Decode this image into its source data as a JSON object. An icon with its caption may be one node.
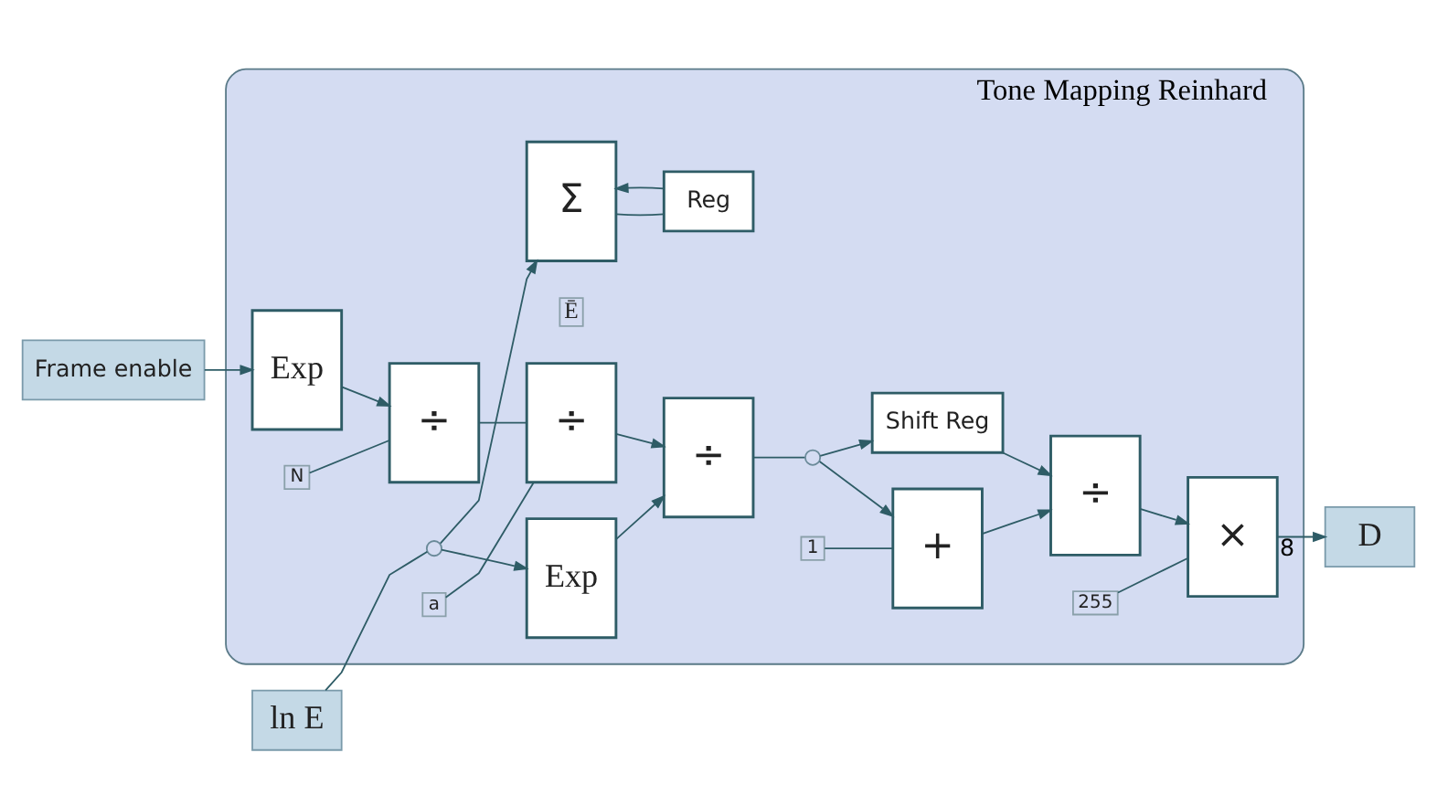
{
  "diagram": {
    "nodes": [
      {
        "text": [
          "Tone Mapping Reinhard"
        ]
      },
      {
        "text": [
          "Frame enable"
        ]
      },
      {
        "text": [
          "Σ"
        ],
        "in": 0
      },
      {
        "text": [
          "Exp"
        ],
        "in": 0
      },
      {
        "text": [
          "÷"
        ],
        "in": 0
      },
      {
        "text": [
          "N"
        ],
        "in": 0
      },
      {
        "text": [
          "Reg"
        ],
        "in": 0
      },
      {
        "text": [
          "ln E"
        ]
      },
      {
        "text": [],
        "shape": "circle",
        "in": 0
      },
      {
        "text": [
          "÷"
        ],
        "in": 0,
        "beside": [
          "Ē"
        ]
      },
      {
        "text": [
          "a"
        ],
        "in": 0
      },
      {
        "text": [
          "Exp"
        ],
        "in": 0
      },
      {
        "text": [
          "÷"
        ],
        "in": 0
      },
      {
        "text": [],
        "shape": "circle",
        "in": 0
      },
      {
        "text": [
          "Shift Reg"
        ],
        "in": 0
      },
      {
        "text": [
          "+"
        ],
        "in": 0
      },
      {
        "text": [
          "1"
        ],
        "in": 0
      },
      {
        "text": [
          "÷"
        ],
        "in": 0
      },
      {
        "text": [
          "×"
        ],
        "in": 0
      },
      {
        "text": [
          "255"
        ],
        "in": 0
      },
      {
        "text": [
          "D"
        ]
      }
    ],
    "edges": [
      {
        "from": 1,
        "to": 3,
        "arrow": "to"
      },
      {
        "from": 3,
        "to": 4,
        "arrow": "to"
      },
      {
        "from": 5,
        "to": 4,
        "arrow": "none"
      },
      {
        "from": 4,
        "to": 9,
        "arrow": "none"
      },
      {
        "from": 7,
        "to": 8,
        "arrow": "none"
      },
      {
        "from": 8,
        "to": 2,
        "arrow": "to"
      },
      {
        "from": 8,
        "to": 11,
        "arrow": "to"
      },
      {
        "from": 2,
        "to": 6,
        "arrow": "none"
      },
      {
        "from": 6,
        "to": 2,
        "arrow": "to"
      },
      {
        "from": 10,
        "to": 9,
        "arrow": "none"
      },
      {
        "from": 9,
        "to": 12,
        "arrow": "to"
      },
      {
        "from": 11,
        "to": 12,
        "arrow": "to"
      },
      {
        "from": 12,
        "to": 13,
        "arrow": "none"
      },
      {
        "from": 13,
        "to": 14,
        "arrow": "to"
      },
      {
        "from": 13,
        "to": 15,
        "arrow": "to"
      },
      {
        "from": 16,
        "to": 15,
        "arrow": "none"
      },
      {
        "from": 14,
        "to": 17,
        "arrow": "to"
      },
      {
        "from": 15,
        "to": 17,
        "arrow": "to"
      },
      {
        "from": 17,
        "to": 18,
        "arrow": "to"
      },
      {
        "from": 19,
        "to": 18,
        "arrow": "none"
      },
      {
        "from": 18,
        "to": 20,
        "arrow": "to",
        "label": "8"
      }
    ]
  }
}
